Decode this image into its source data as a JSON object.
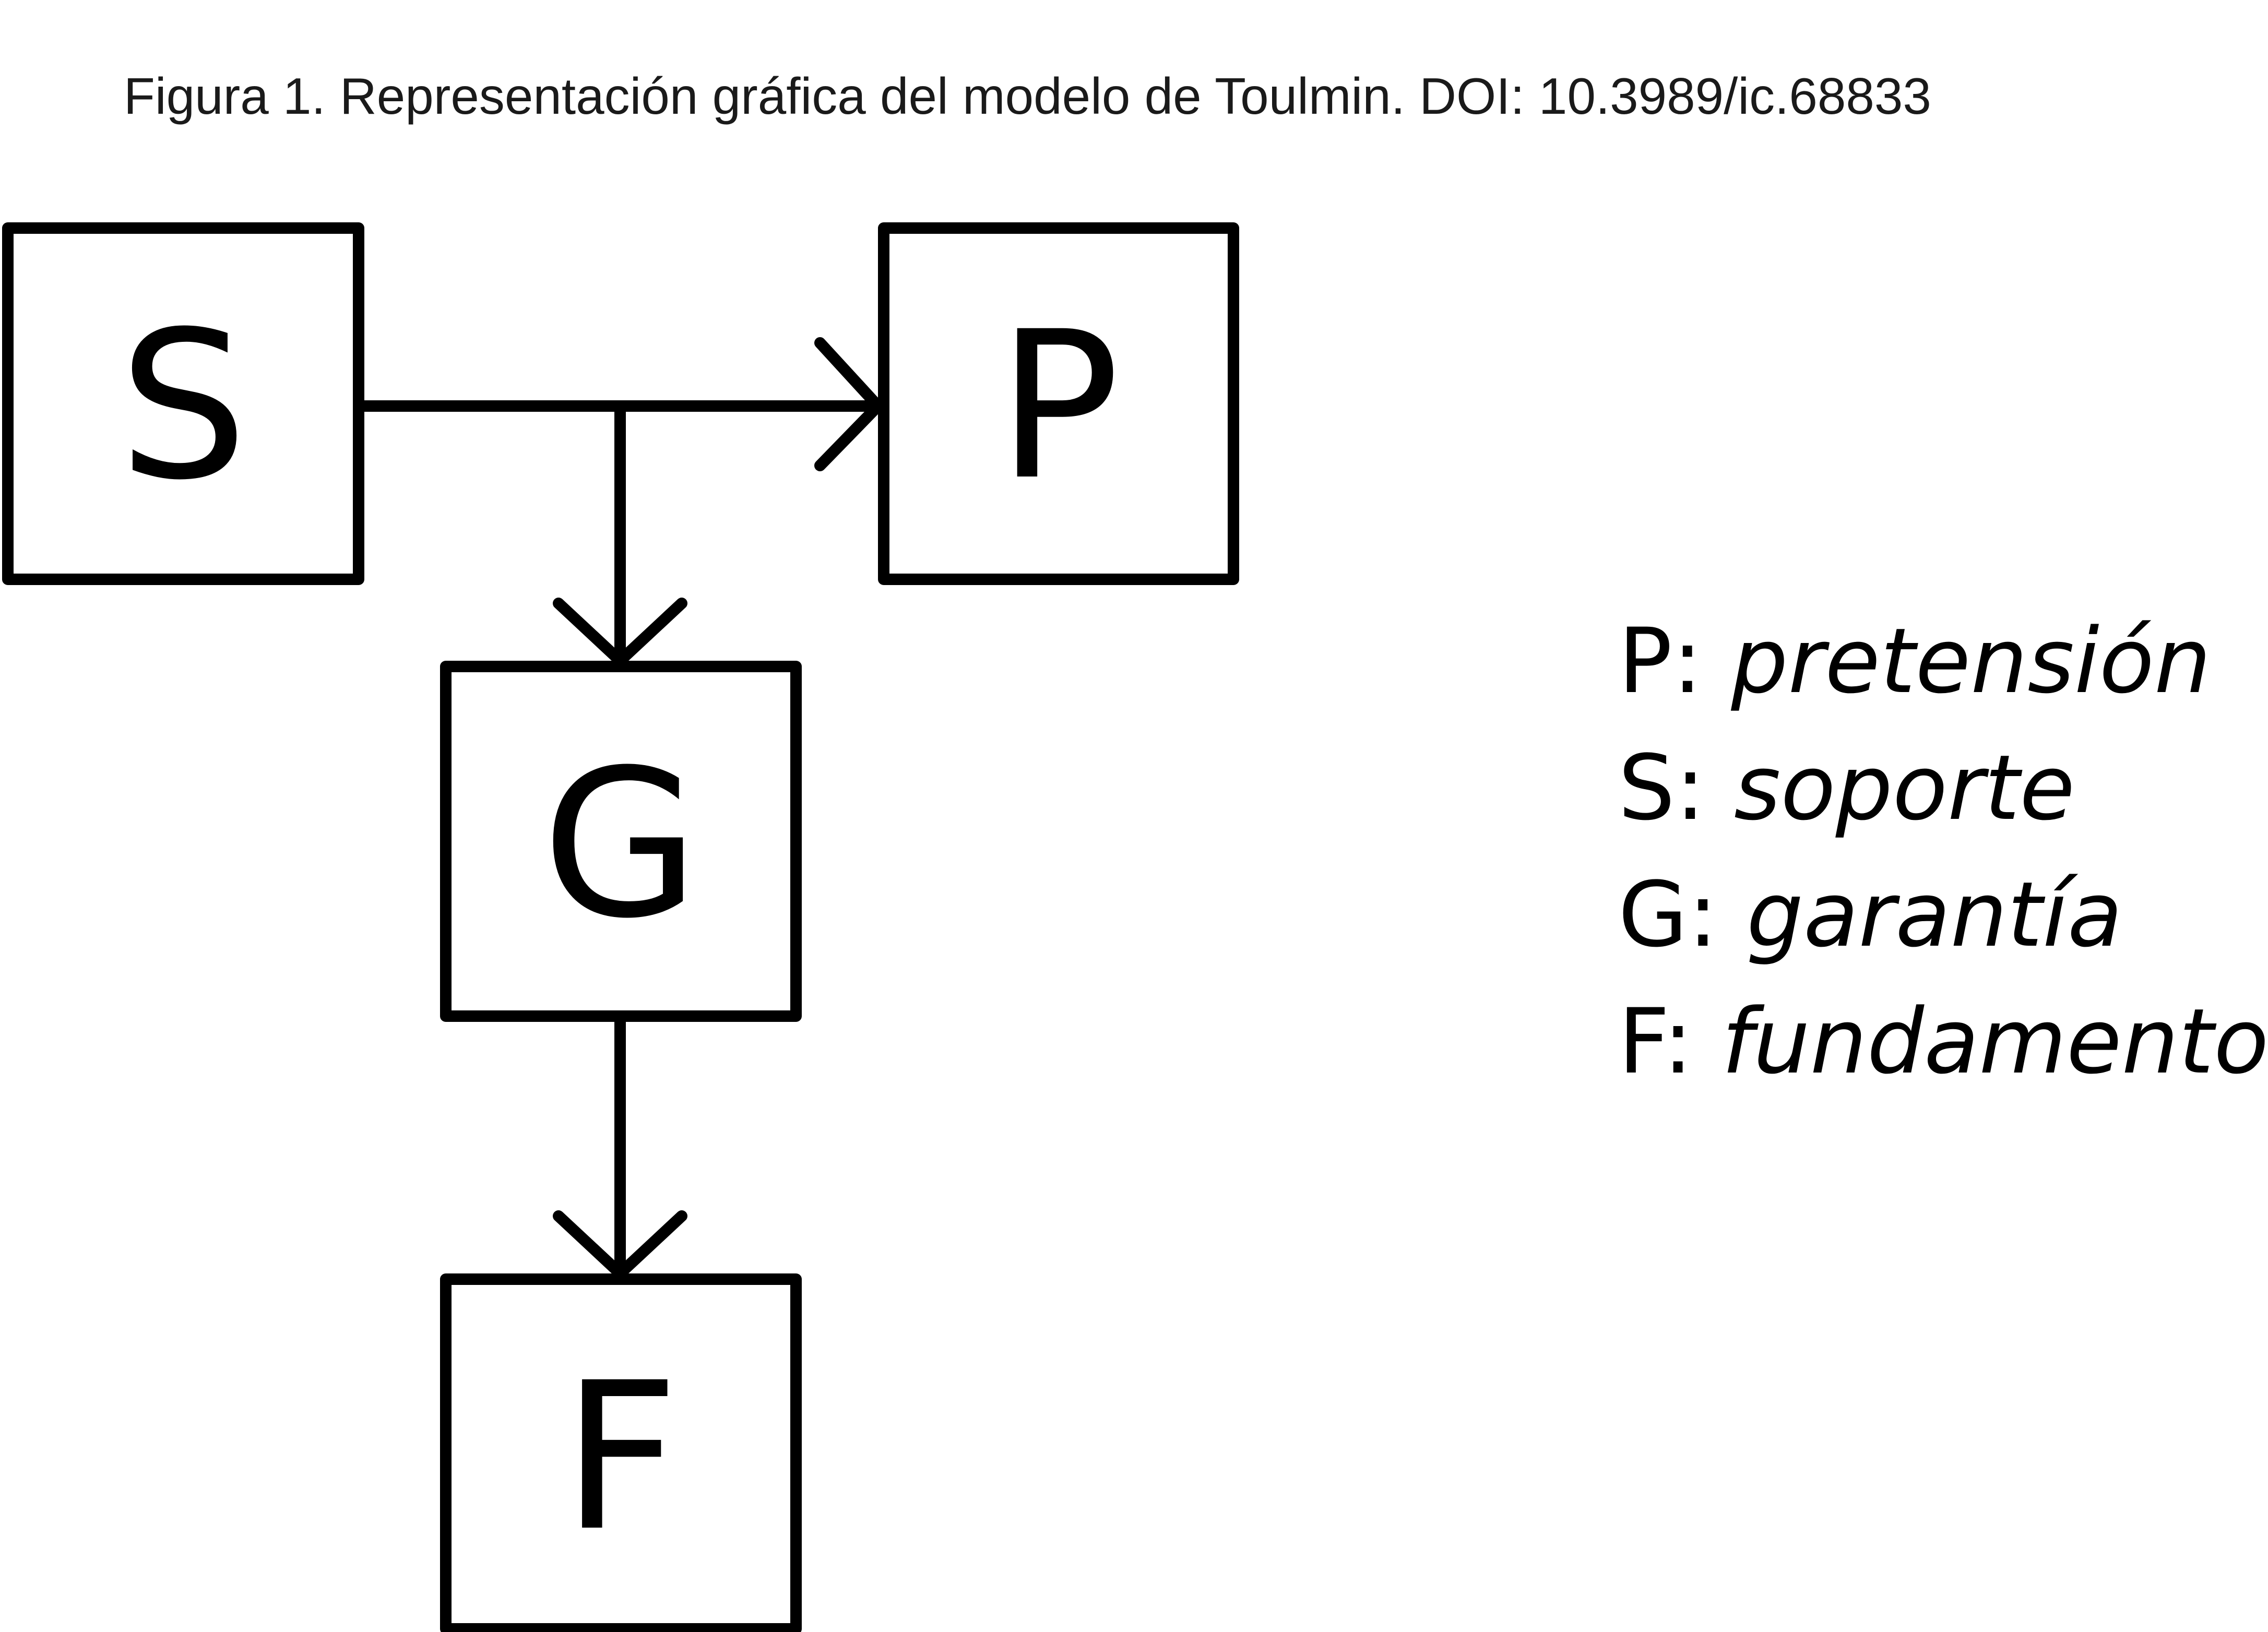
{
  "caption": "Figura 1. Representación gráfica del modelo de Toulmin. DOI: 10.3989/ic.68833",
  "nodes": {
    "S": "S",
    "P": "P",
    "G": "G",
    "F": "F"
  },
  "legend": [
    {
      "key": "P:",
      "desc": "pretensión"
    },
    {
      "key": "S:",
      "desc": "soporte"
    },
    {
      "key": "G:",
      "desc": "garantía"
    },
    {
      "key": "F:",
      "desc": "fundamento"
    }
  ],
  "colors": {
    "stroke": "#000000",
    "background": "#ffffff"
  }
}
